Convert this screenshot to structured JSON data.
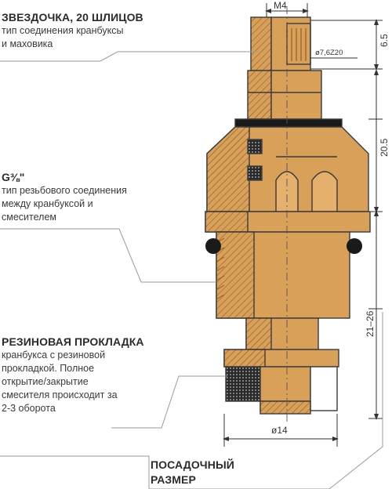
{
  "labels": {
    "star": {
      "title": "ЗВЕЗДОЧКА, 20 ШЛИЦОВ",
      "desc_lines": [
        "тип соединения кранбуксы",
        "и маховика"
      ]
    },
    "thread": {
      "title": "G⅜\"",
      "desc_lines": [
        "тип резьбового соединения",
        "между кранбуксой и",
        "смесителем"
      ]
    },
    "gasket": {
      "title": "РЕЗИНОВАЯ ПРОКЛАДКА",
      "desc_lines": [
        "кранбукса с резиновой",
        "прокладкой. Полное",
        "открытие/закрытие",
        "смесителя происходит за",
        "2-3 оборота"
      ]
    },
    "landing": {
      "title_lines": [
        "ПОСАДОЧНЫЙ",
        "РАЗМЕР"
      ]
    }
  },
  "dimensions": {
    "top_thread": "M4",
    "spline_diameter": "ø7,6Z20",
    "height_top": "6.5",
    "height_mid": "20.5",
    "height_bottom": "21–26",
    "base_diameter": "ø14"
  },
  "colors": {
    "brass": "#d9a05a",
    "brass_dark": "#b97b36",
    "outline": "#3a3a3a",
    "gasket_black": "#1a1a1a"
  }
}
